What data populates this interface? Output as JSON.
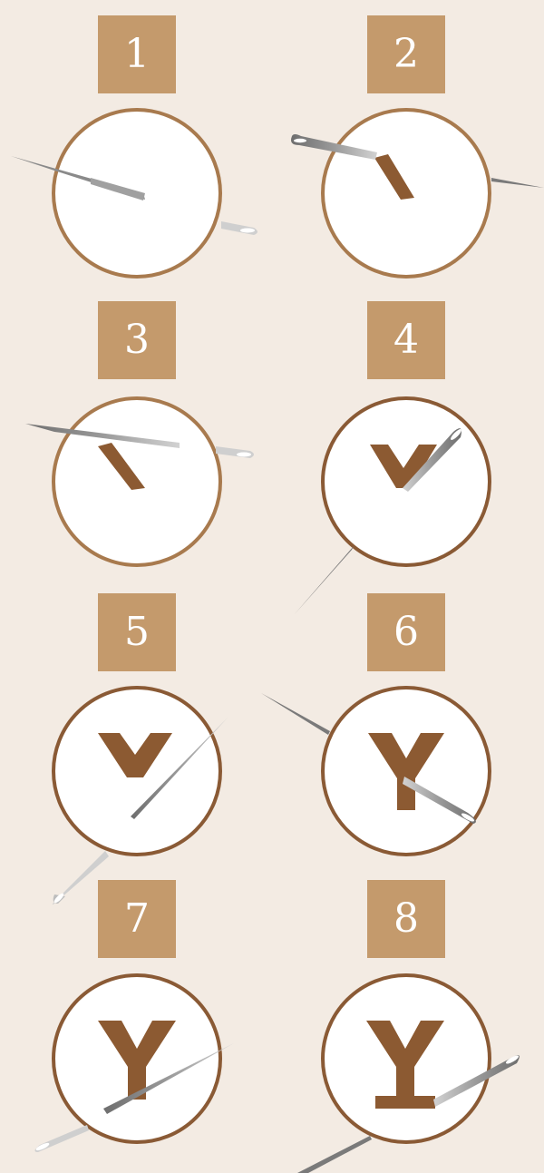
{
  "steps": [
    {
      "label": "1",
      "stage": "start"
    },
    {
      "label": "2",
      "stage": "stitch-1"
    },
    {
      "label": "3",
      "stage": "stitch-1-repeat"
    },
    {
      "label": "4",
      "stage": "v-shape"
    },
    {
      "label": "5",
      "stage": "v-shape-thick"
    },
    {
      "label": "6",
      "stage": "y-shape"
    },
    {
      "label": "7",
      "stage": "y-shape-full"
    },
    {
      "label": "8",
      "stage": "y-shape-with-base"
    }
  ],
  "colors": {
    "background": "#f3ebe3",
    "badge": "#c49a6c",
    "badge_text": "#ffffff",
    "hoop_ring_light": "#a87a4e",
    "hoop_ring_dark": "#8a5a35",
    "hoop_fill": "#ffffff",
    "stitch": "#8c5a32",
    "needle_light": "#d0d0d0",
    "needle_dark": "#6c6c6c"
  },
  "icons": {
    "needle": "needle-icon",
    "hoop": "embroidery-hoop-icon"
  }
}
